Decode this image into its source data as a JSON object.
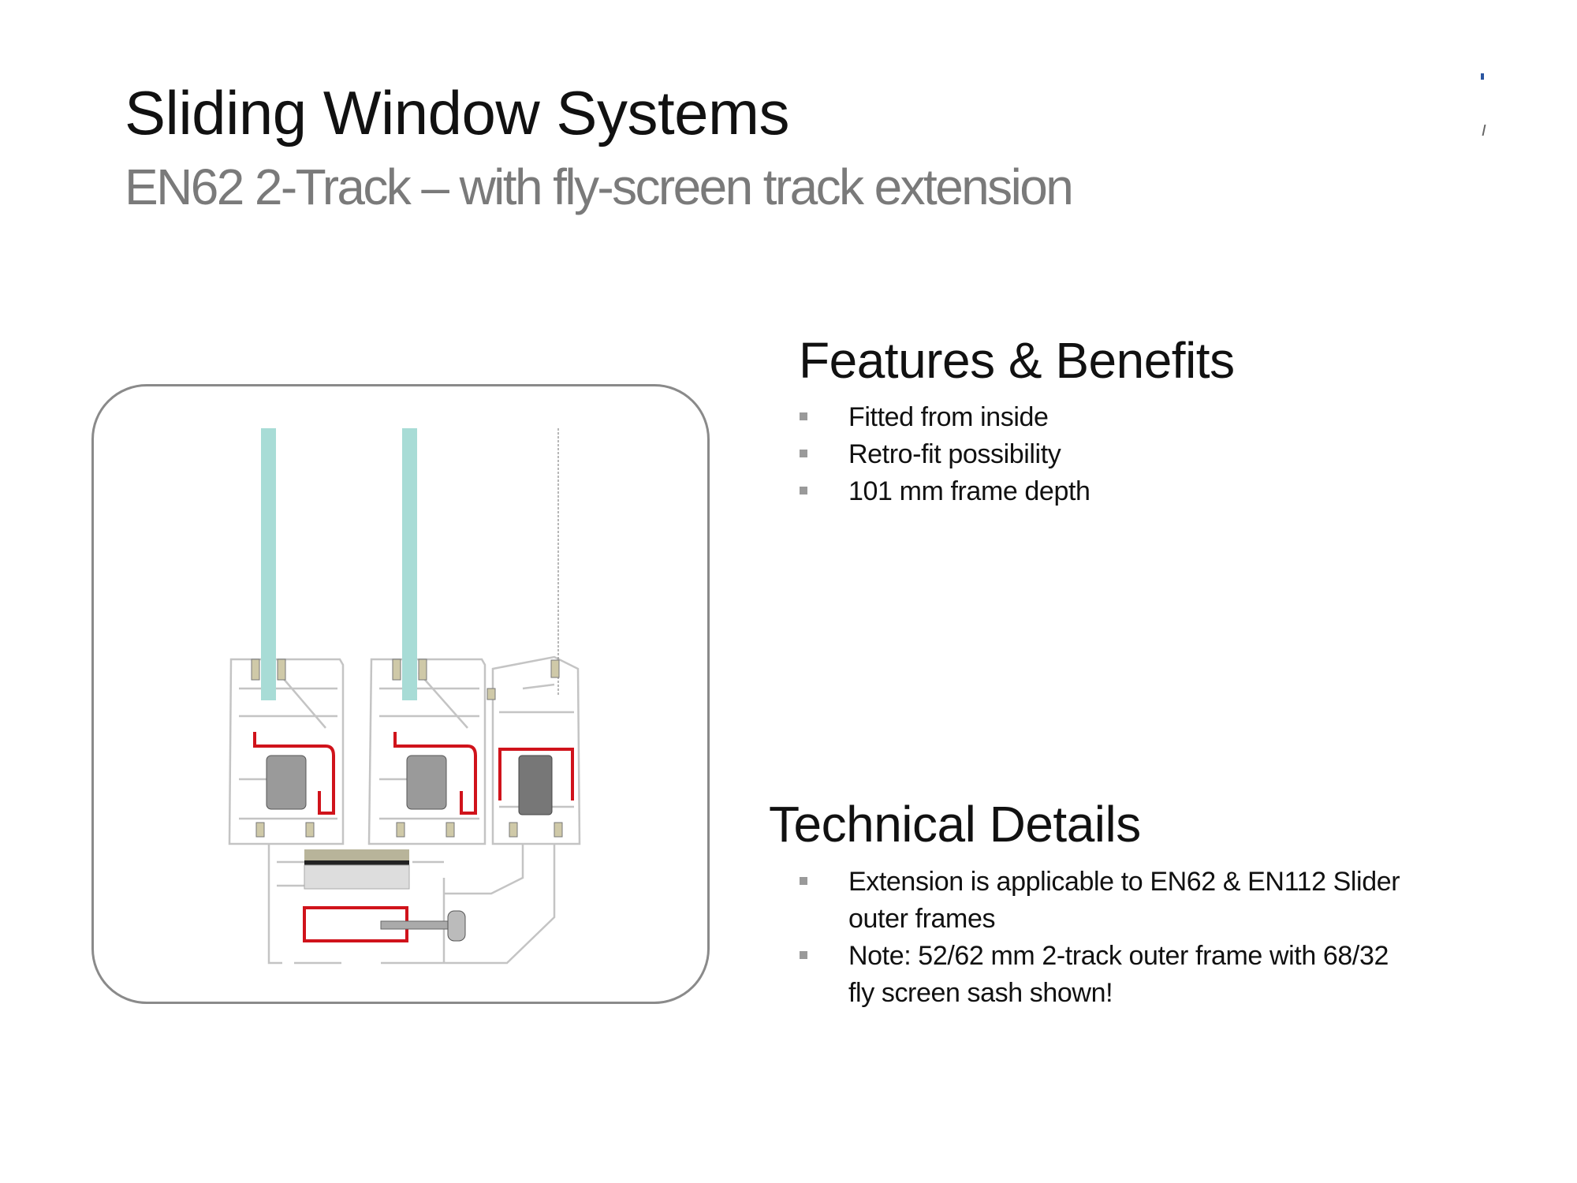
{
  "header": {
    "title": "Sliding Window Systems",
    "subtitle": "EN62 2-Track – with fly-screen track extension"
  },
  "features": {
    "heading": "Features & Benefits",
    "items": [
      "Fitted from inside",
      "Retro-fit possibility",
      "101 mm frame depth"
    ]
  },
  "technical": {
    "heading": "Technical Details",
    "items": [
      {
        "line1": "Extension is applicable to EN62 & EN112 Slider",
        "line2": "outer frames"
      },
      {
        "line1": "Note: 52/62 mm 2-track outer frame with 68/32",
        "line2": "fly screen sash shown!"
      }
    ]
  },
  "colors": {
    "glass": "#a8dcd6",
    "reinforcement": "#d0131b",
    "frame_outline": "#c8c8c8",
    "subtitle": "#7a7a7a"
  }
}
